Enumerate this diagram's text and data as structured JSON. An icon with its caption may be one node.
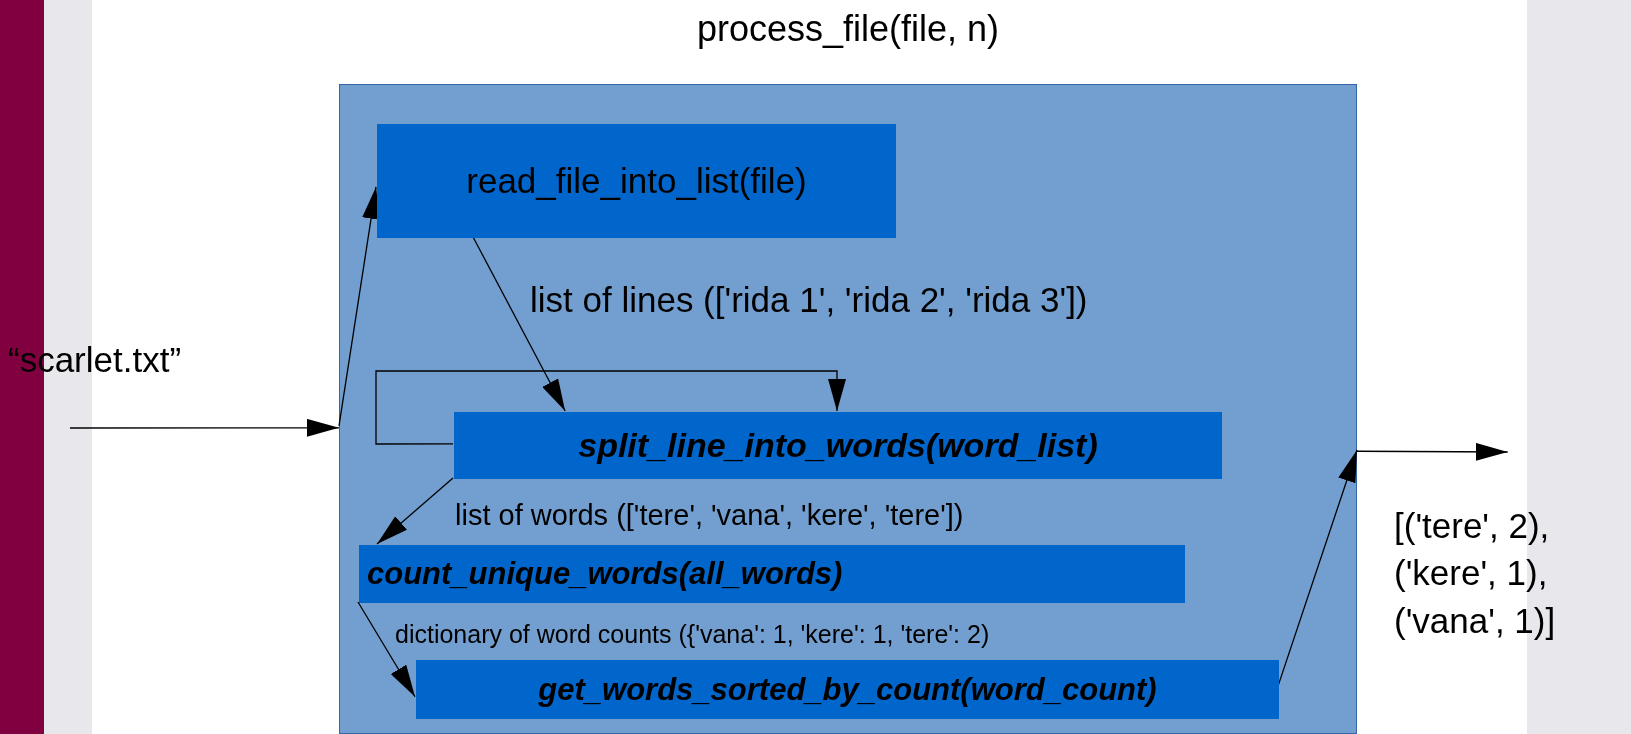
{
  "diagram": {
    "nodes": [
      {
        "text": [
          "process_file(file, n)"
        ]
      },
      {
        "text": [
          "read_file_into_list(file)"
        ],
        "in": 0
      },
      {
        "text": [
          "split_line_into_words(word_list)"
        ],
        "in": 0
      },
      {
        "text": [
          "count_unique_words(all_words)"
        ],
        "in": 0
      },
      {
        "text": [
          "get_words_sorted_by_count(word_count)"
        ],
        "in": 0
      },
      {
        "text": [
          "“scarlet.txt”"
        ]
      },
      {
        "text": [
          "[('tere', 2), ('kere', 1), ('vana', 1)]"
        ]
      }
    ],
    "edges": [
      {
        "from": 5,
        "to": 0,
        "arrow": "to"
      },
      {
        "from": 0,
        "to": 1,
        "arrow": "to"
      },
      {
        "from": 1,
        "to": 2,
        "arrow": "to",
        "label": "list of lines (['rida 1', 'rida 2', 'rida 3'])"
      },
      {
        "from": 2,
        "to": 2,
        "arrow": "to"
      },
      {
        "from": 2,
        "to": 3,
        "arrow": "to",
        "label": "list of words (['tere', 'vana', 'kere', 'tere'])"
      },
      {
        "from": 3,
        "to": 4,
        "arrow": "to",
        "label": "dictionary of word counts ({'vana': 1, 'kere': 1, 'tere': 2)"
      },
      {
        "from": 4,
        "to": 0,
        "arrow": "to"
      },
      {
        "from": 0,
        "to": 6,
        "arrow": "to"
      }
    ]
  }
}
